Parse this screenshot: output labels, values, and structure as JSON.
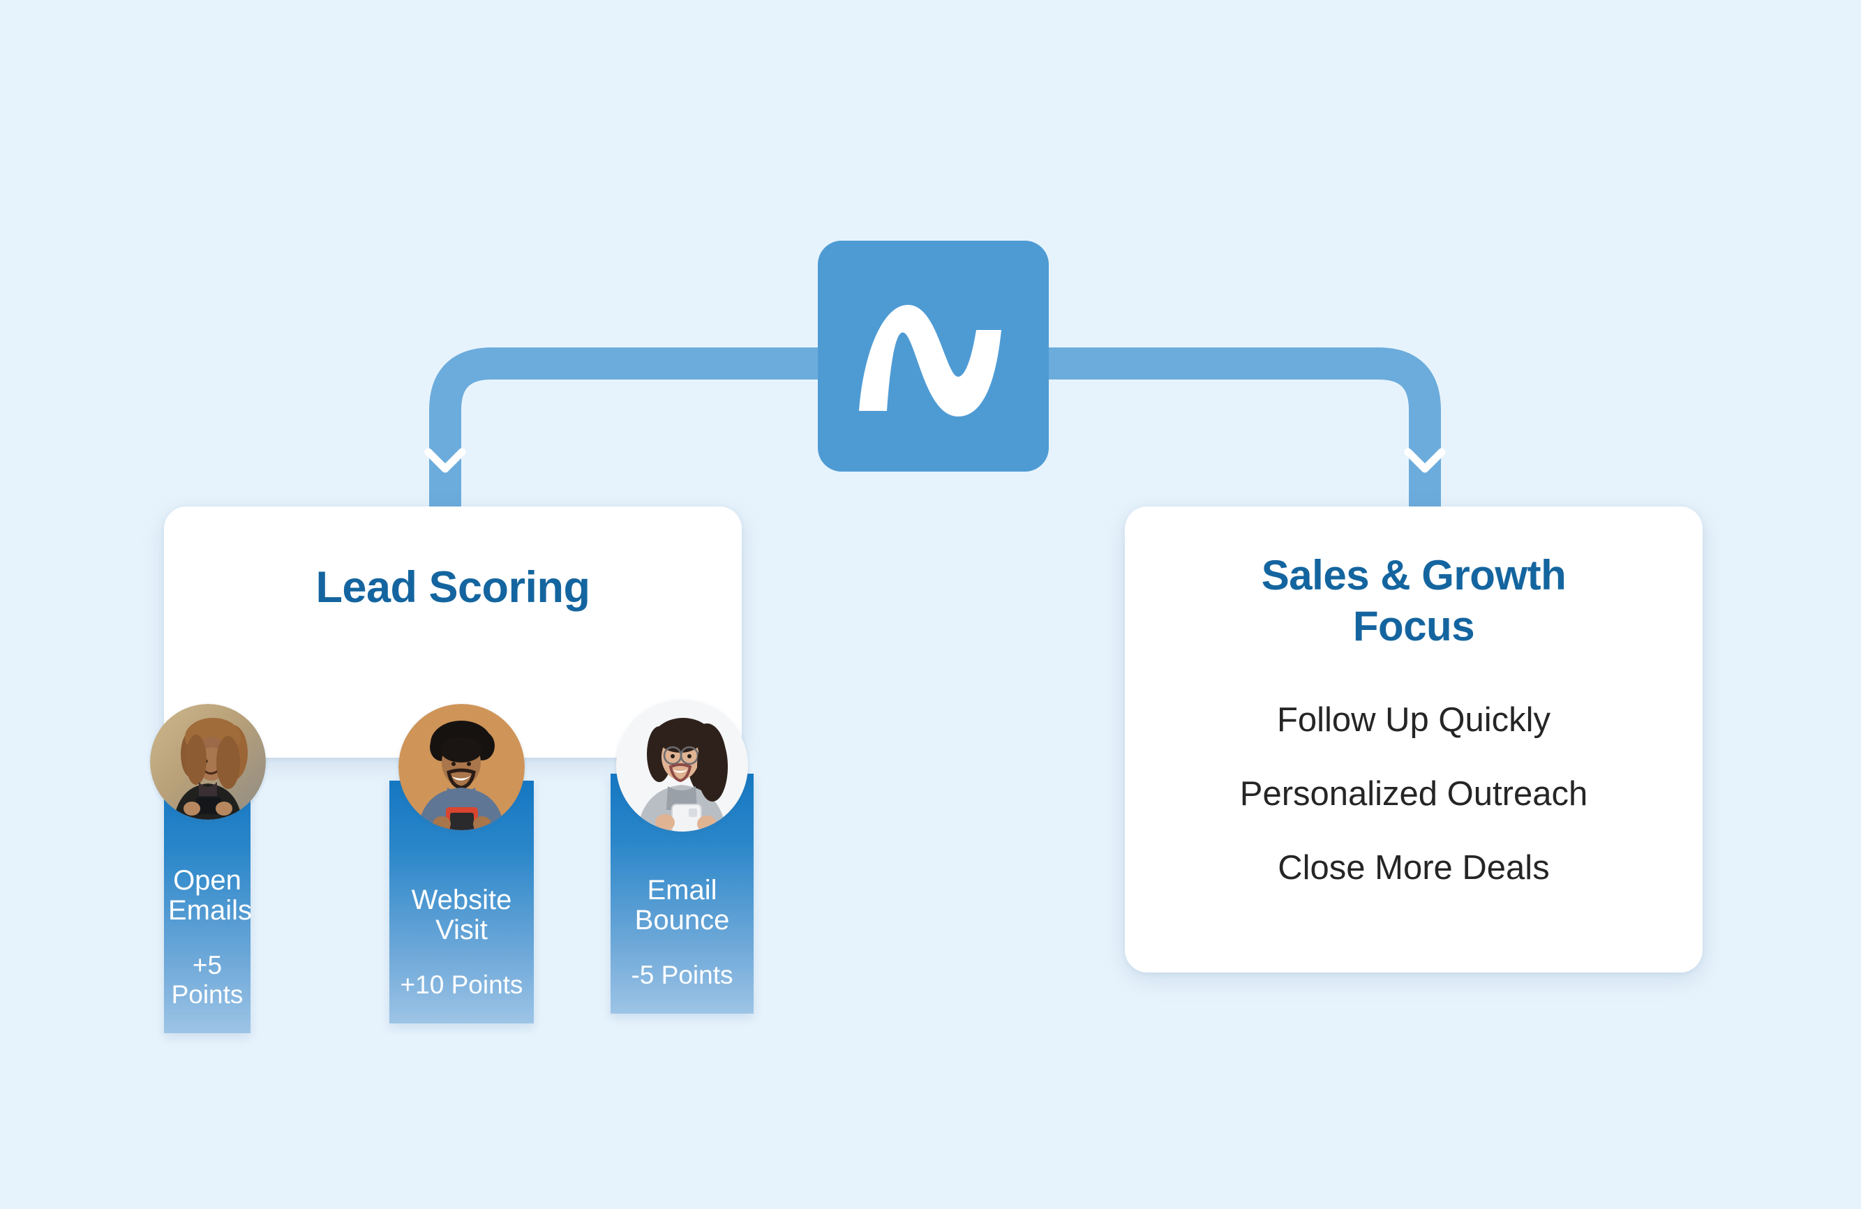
{
  "page": {
    "background_color": "#e7f3fc",
    "accent_blue": "#4e9bd4",
    "title_blue": "#14659f",
    "panel_blue_top": "#1577c2",
    "panel_blue_bottom": "#9dc4e6"
  },
  "logo": {
    "name": "wave-logo",
    "box_color": "#4e9bd4",
    "mark_color": "#ffffff"
  },
  "connectors": {
    "color": "#6cacdc",
    "left_arrow": "chevron-down",
    "right_arrow": "chevron-down"
  },
  "left_card": {
    "title": "Lead Scoring",
    "badges": [
      {
        "label": "Open Emails",
        "label_line_1": "Open",
        "label_line_2": "Emails",
        "points": "+5 Points",
        "avatar_name": "avatar-woman-curly-hair-phone"
      },
      {
        "label": "Website Visit",
        "label_line_1": "Website",
        "label_line_2": "Visit",
        "points": "+10 Points",
        "avatar_name": "avatar-man-curly-hair-phone"
      },
      {
        "label": "Email Bounce",
        "label_line_1": "Email",
        "label_line_2": "Bounce",
        "points": "-5 Points",
        "avatar_name": "avatar-woman-glasses-phone"
      }
    ]
  },
  "right_card": {
    "title": "Sales & Growth Focus",
    "title_line_1": "Sales & Growth",
    "title_line_2": "Focus",
    "items": [
      "Follow Up Quickly",
      "Personalized Outreach",
      "Close More Deals"
    ]
  }
}
